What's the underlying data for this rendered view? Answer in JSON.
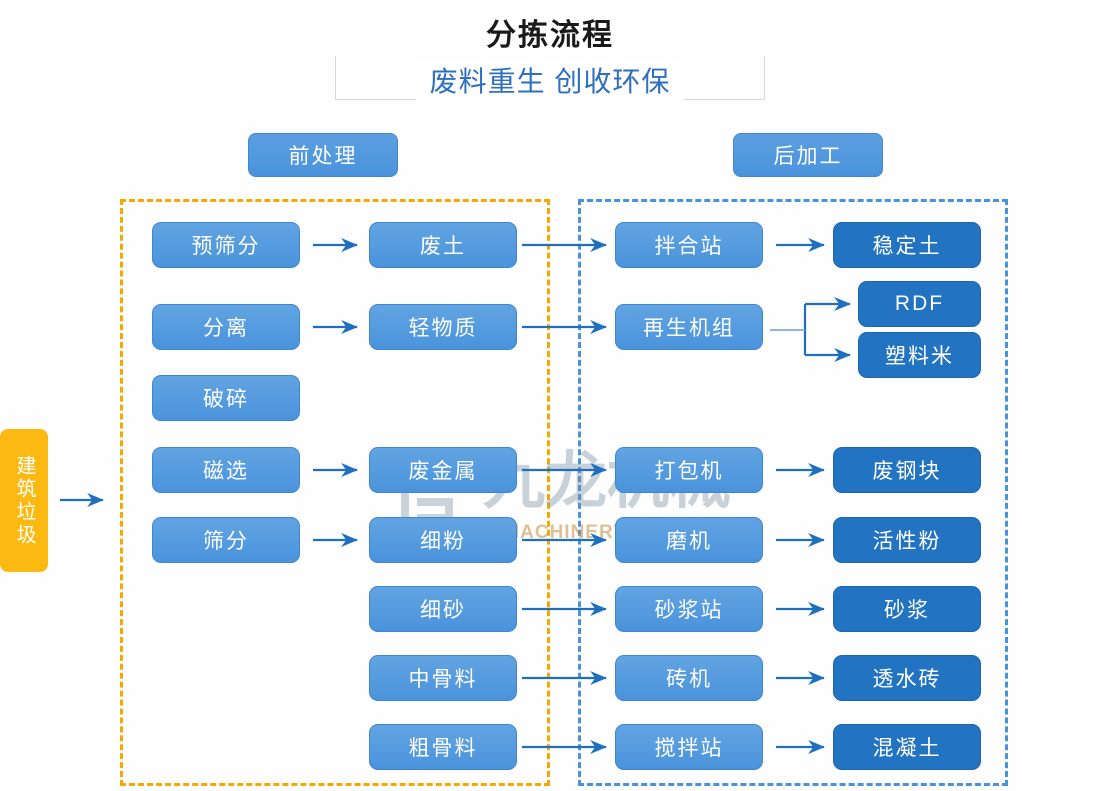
{
  "header": {
    "title": "分拣流程",
    "subtitle": "废料重生 创收环保"
  },
  "phases": {
    "pre_label": "前处理",
    "post_label": "后加工"
  },
  "entry": {
    "label": "建筑垃圾"
  },
  "colors": {
    "light_blue": "#4a93dc",
    "dark_blue": "#2273c2",
    "orange": "#f5a800",
    "entry_yellow": "#fcb912",
    "arrow_blue": "#1f6fbf",
    "subtitle_blue": "#2e6fc0"
  },
  "columns": {
    "process": [
      {
        "label": "预筛分"
      },
      {
        "label": "分离"
      },
      {
        "label": "破碎"
      },
      {
        "label": "磁选"
      },
      {
        "label": "筛分"
      }
    ],
    "materials": [
      {
        "label": "废土"
      },
      {
        "label": "轻物质"
      },
      {
        "label": "废金属"
      },
      {
        "label": "细粉"
      },
      {
        "label": "细砂"
      },
      {
        "label": "中骨料"
      },
      {
        "label": "粗骨料"
      }
    ],
    "equipment": [
      {
        "label": "拌合站"
      },
      {
        "label": "再生机组"
      },
      {
        "label": "打包机"
      },
      {
        "label": "磨机"
      },
      {
        "label": "砂浆站"
      },
      {
        "label": "砖机"
      },
      {
        "label": "搅拌站"
      }
    ],
    "products": [
      {
        "label": "稳定土"
      },
      {
        "label": "RDF"
      },
      {
        "label": "塑料米"
      },
      {
        "label": "废钢块"
      },
      {
        "label": "活性粉"
      },
      {
        "label": "砂浆"
      },
      {
        "label": "透水砖"
      },
      {
        "label": "混凝土"
      }
    ]
  },
  "watermark": {
    "cn": "九龙机械",
    "en": "KOWLOONMACHINERY"
  }
}
